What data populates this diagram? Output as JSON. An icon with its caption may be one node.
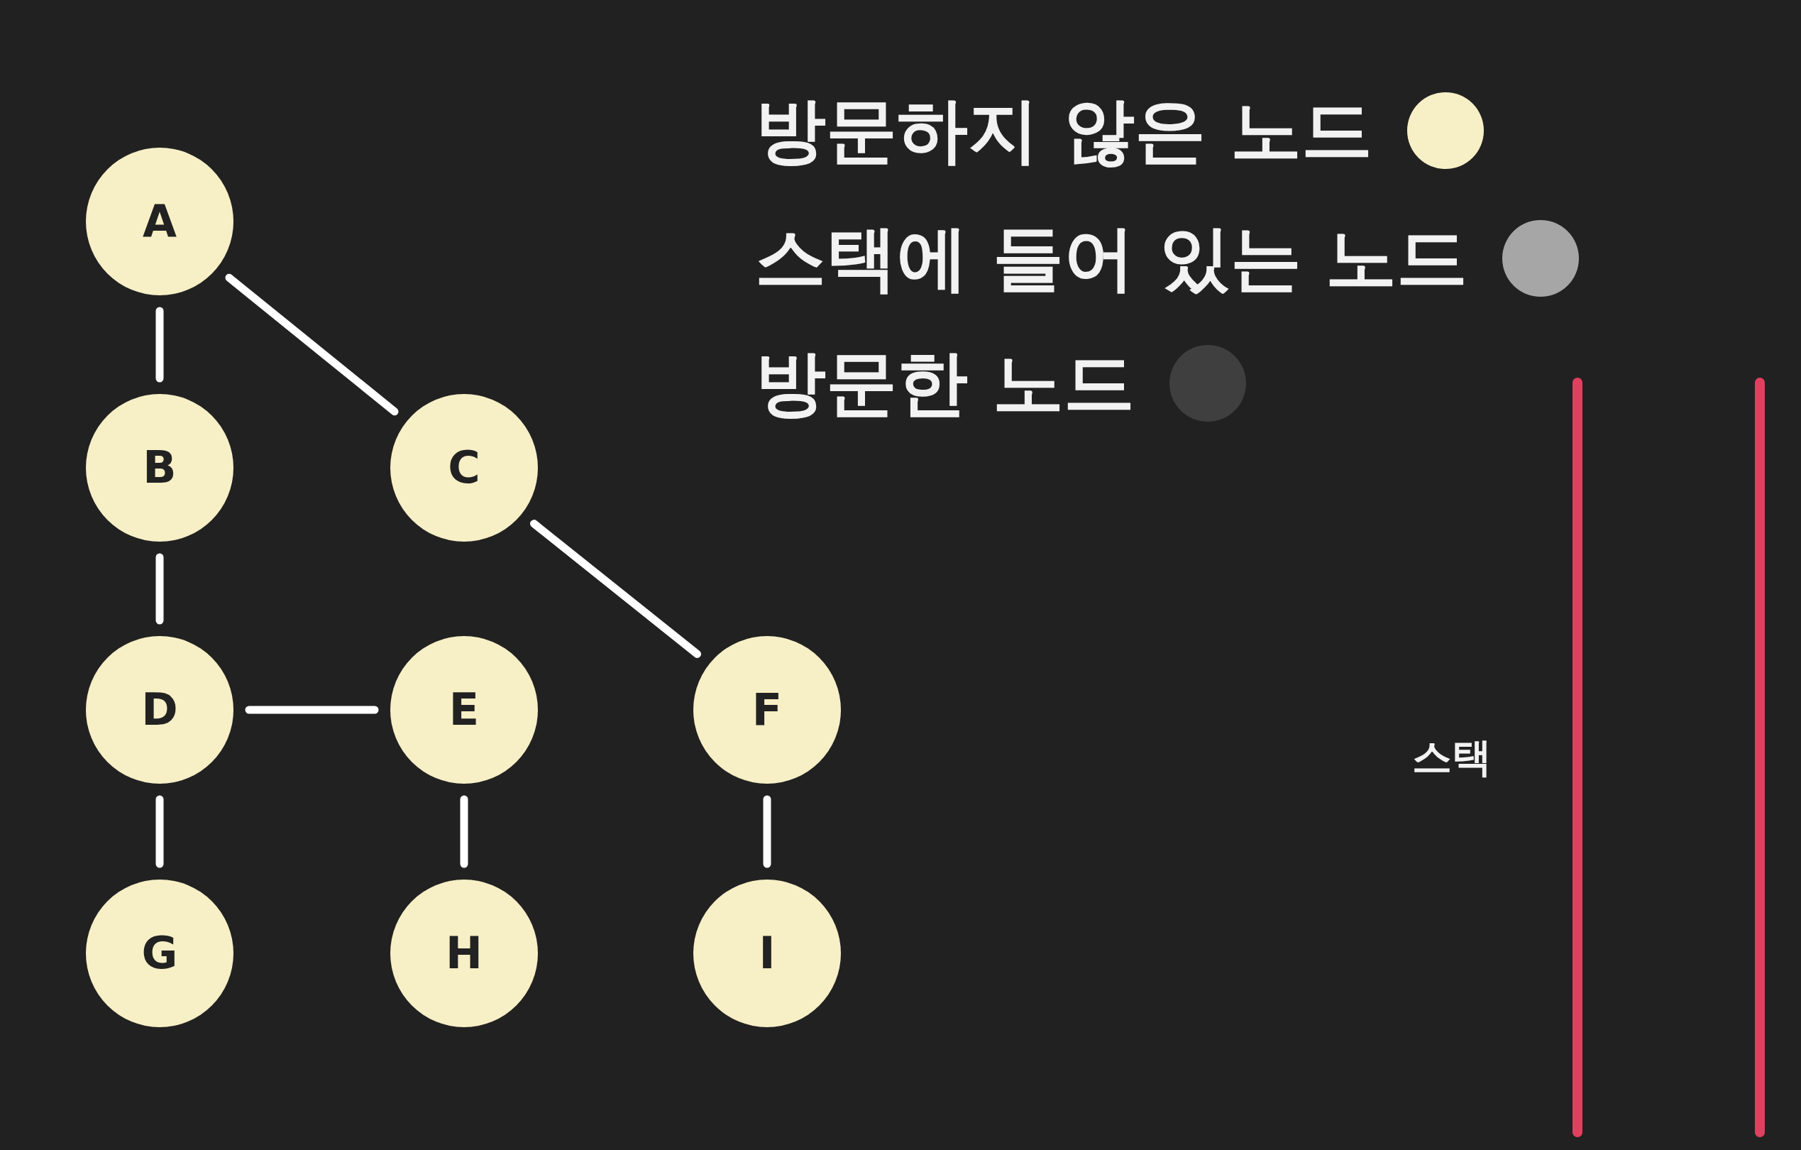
{
  "diagram": {
    "nodes": [
      {
        "text": [
          "A"
        ]
      },
      {
        "text": [
          "B"
        ]
      },
      {
        "text": [
          "C"
        ]
      },
      {
        "text": [
          "D"
        ]
      },
      {
        "text": [
          "E"
        ]
      },
      {
        "text": [
          "F"
        ]
      },
      {
        "text": [
          "G"
        ]
      },
      {
        "text": [
          "H"
        ]
      },
      {
        "text": [
          "I"
        ]
      }
    ],
    "edges": [
      {
        "from": 0,
        "to": 1,
        "arrow": "none"
      },
      {
        "from": 0,
        "to": 2,
        "arrow": "none"
      },
      {
        "from": 1,
        "to": 3,
        "arrow": "none"
      },
      {
        "from": 2,
        "to": 5,
        "arrow": "none"
      },
      {
        "from": 3,
        "to": 4,
        "arrow": "none"
      },
      {
        "from": 3,
        "to": 6,
        "arrow": "none"
      },
      {
        "from": 4,
        "to": 7,
        "arrow": "none"
      },
      {
        "from": 5,
        "to": 8,
        "arrow": "none"
      }
    ],
    "labels": [
      "스택"
    ],
    "legend": [
      {
        "text": "방문하지 않은 노드",
        "color": "#f7efc6"
      },
      {
        "text": "스택에 들어 있는 노드",
        "color": "#a6a6a6"
      },
      {
        "text": "방문한 노드",
        "color": "#3f3f3f"
      }
    ]
  }
}
